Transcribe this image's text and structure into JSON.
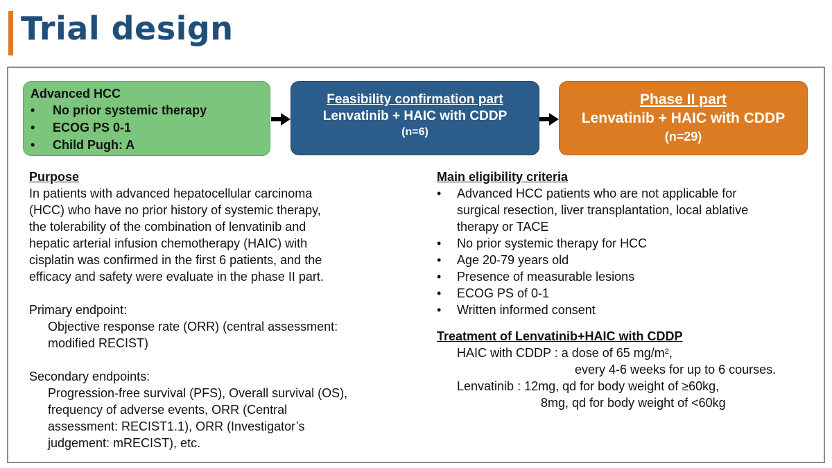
{
  "title": "Trial design",
  "colors": {
    "title": "#1f4e79",
    "accent": "#e07b22",
    "green": "#7cc57d",
    "blue": "#2b5c8a",
    "orange": "#dc7b22"
  },
  "box1": {
    "heading": "Advanced HCC",
    "items": [
      "No prior systemic therapy",
      "ECOG PS 0-1",
      "Child Pugh: A"
    ]
  },
  "box2": {
    "line1": "Feasibility confirmation part",
    "line2": "Lenvatinib + HAIC with CDDP",
    "line3": "(n=6)"
  },
  "box3": {
    "line1": "Phase II part",
    "line2": "Lenvatinib + HAIC with CDDP",
    "line3": "(n=29)"
  },
  "purpose": {
    "heading": "Purpose",
    "lines": [
      "In patients with advanced hepatocellular carcinoma",
      "(HCC) who have no prior history of systemic therapy,",
      "the tolerability of the combination of lenvatinib and",
      "hepatic arterial infusion chemotherapy (HAIC) with",
      "cisplatin was confirmed in the first 6 patients, and the",
      "efficacy and safety were evaluate in the phase II part."
    ]
  },
  "primary": {
    "label": "Primary endpoint:",
    "lines": [
      "Objective response rate (ORR) (central assessment:",
      "modified RECIST)"
    ]
  },
  "secondary": {
    "label": "Secondary endpoints:",
    "lines": [
      "Progression-free survival (PFS), Overall survival (OS),",
      "frequency of adverse events, ORR (Central",
      "assessment: RECIST1.1), ORR (Investigator’s",
      "judgement: mRECIST), etc."
    ]
  },
  "eligibility": {
    "heading": "Main eligibility criteria",
    "item0_lines": [
      "Advanced HCC patients who are not applicable for",
      "surgical resection, liver transplantation, local ablative",
      "therapy or TACE"
    ],
    "items": [
      "No prior systemic therapy for HCC",
      "Age 20-79 years old",
      "Presence of measurable lesions",
      "ECOG PS of 0-1",
      "Written informed consent"
    ]
  },
  "treatment": {
    "heading": "Treatment of Lenvatinib+HAIC with CDDP",
    "haic_line1": "HAIC with CDDP : a dose of 65 mg/m²,",
    "haic_line2": "every 4-6 weeks  for up to 6 courses.",
    "lenva_line1": "Lenvatinib : 12mg, qd for body weight of ≥60kg,",
    "lenva_line2": "8mg, qd for body weight of <60kg"
  }
}
